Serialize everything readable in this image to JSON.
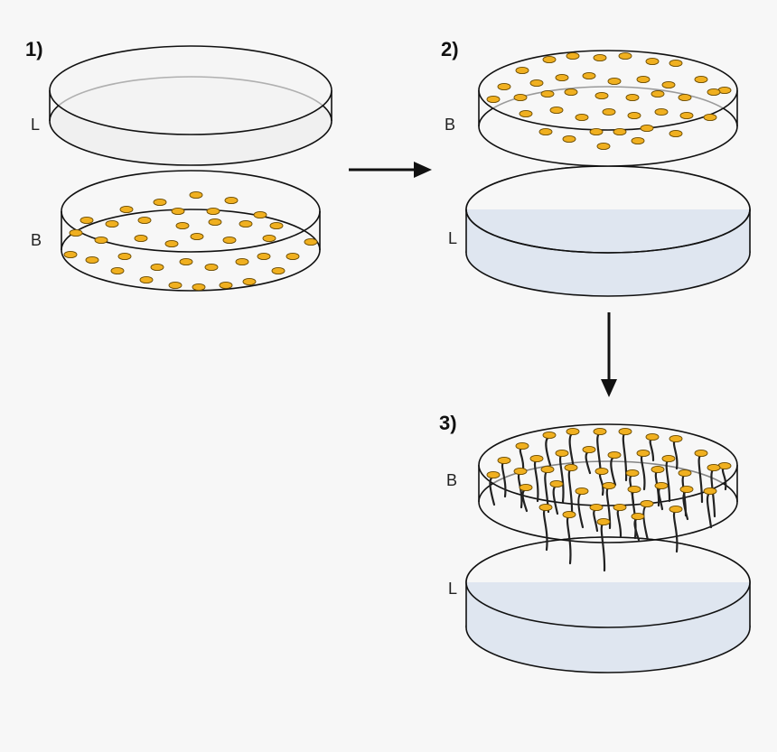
{
  "steps": [
    {
      "number": "1)",
      "top_dish_label": "L",
      "bottom_dish_label": "B"
    },
    {
      "number": "2)",
      "top_dish_label": "B",
      "bottom_dish_label": "L"
    },
    {
      "number": "3)",
      "top_dish_label": "B",
      "bottom_dish_label": "L"
    }
  ],
  "colors": {
    "background": "#f7f7f7",
    "outline": "#111111",
    "lid_fill": "#f0f0f0",
    "medium_fill": "#dfe6f0",
    "seed_fill": "#f0b020",
    "seed_stroke": "#6a4a00",
    "arrow": "#111111",
    "root": "#222222"
  },
  "icons": [
    "arrow-right-icon",
    "arrow-down-icon",
    "seed-icon",
    "root-icon"
  ]
}
